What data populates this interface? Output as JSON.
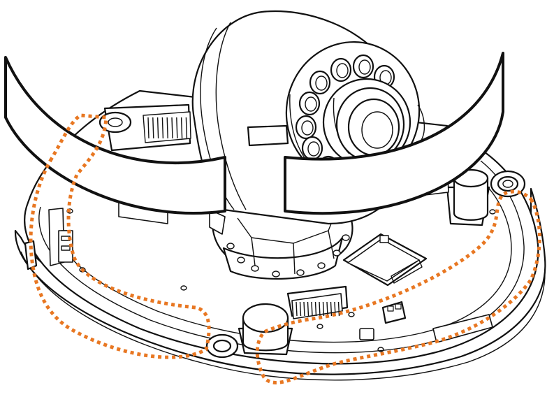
{
  "colors": {
    "line": "#111111",
    "background": "#ffffff",
    "adhesive_path": "#E87722"
  },
  "parts": {
    "strips": [
      "adhesive-strip-left",
      "adhesive-strip-right"
    ],
    "components": [
      "camera-module",
      "ir-led-ring",
      "lens",
      "sd-card-slot",
      "ribbon-connector",
      "dc-jack",
      "reset-button",
      "cable-connector",
      "screw-post",
      "dip-switch"
    ]
  }
}
